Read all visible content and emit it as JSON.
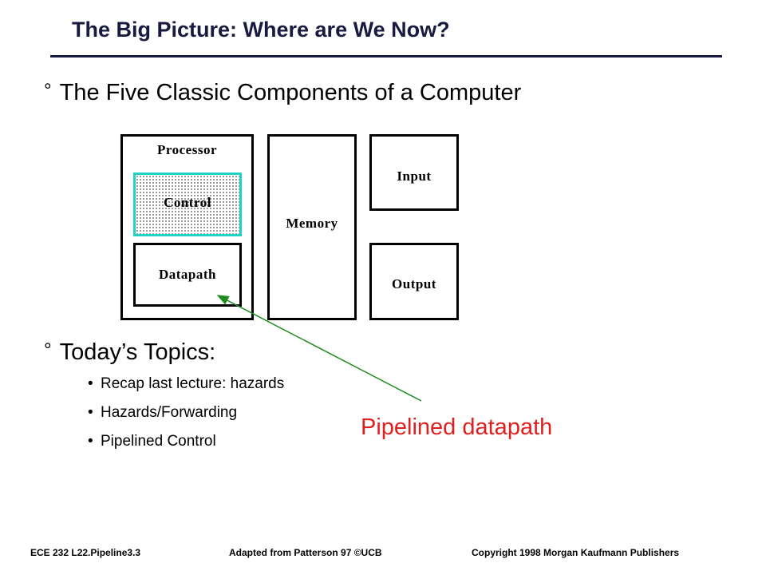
{
  "slide": {
    "title": "The Big Picture: Where are We Now?",
    "bullet1": "The Five Classic Components of a Computer",
    "bullet2": "Today’s Topics:",
    "bullet_marker": "°",
    "sub_bullet_marker": "•",
    "topics": [
      "Recap last lecture: hazards",
      "Hazards/Forwarding",
      "Pipelined Control"
    ],
    "annotation": "Pipelined datapath"
  },
  "diagram": {
    "processor": "Processor",
    "control": "Control",
    "datapath": "Datapath",
    "memory": "Memory",
    "input": "Input",
    "output": "Output"
  },
  "colors": {
    "title": "#1a1a40",
    "control_border": "#1fd1c6",
    "annotation_text": "#e02020",
    "arrow": "#1f8a1f"
  },
  "footer": {
    "left": "ECE 232  L22.Pipeline3.3",
    "center": "Adapted from Patterson 97 ©UCB",
    "right": "Copyright 1998 Morgan Kaufmann Publishers"
  }
}
